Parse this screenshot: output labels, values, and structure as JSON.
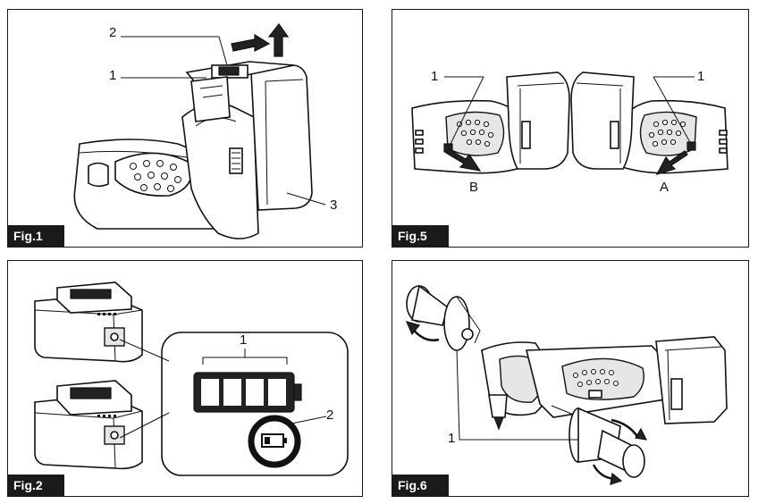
{
  "figures": {
    "fig1": {
      "label": "Fig.1",
      "callouts": {
        "c1": "1",
        "c2": "2",
        "c3": "3"
      }
    },
    "fig5": {
      "label": "Fig.5",
      "callouts": {
        "c1a": "1",
        "c1b": "1",
        "a": "A",
        "b": "B"
      }
    },
    "fig2": {
      "label": "Fig.2",
      "callouts": {
        "c1": "1",
        "c2": "2"
      }
    },
    "fig6": {
      "label": "Fig.6",
      "callouts": {
        "c1": "1"
      }
    }
  },
  "icons": [
    "battery-indicator-icon",
    "battery-low-icon",
    "push-arrow-icon",
    "rotate-arrow-icon"
  ]
}
